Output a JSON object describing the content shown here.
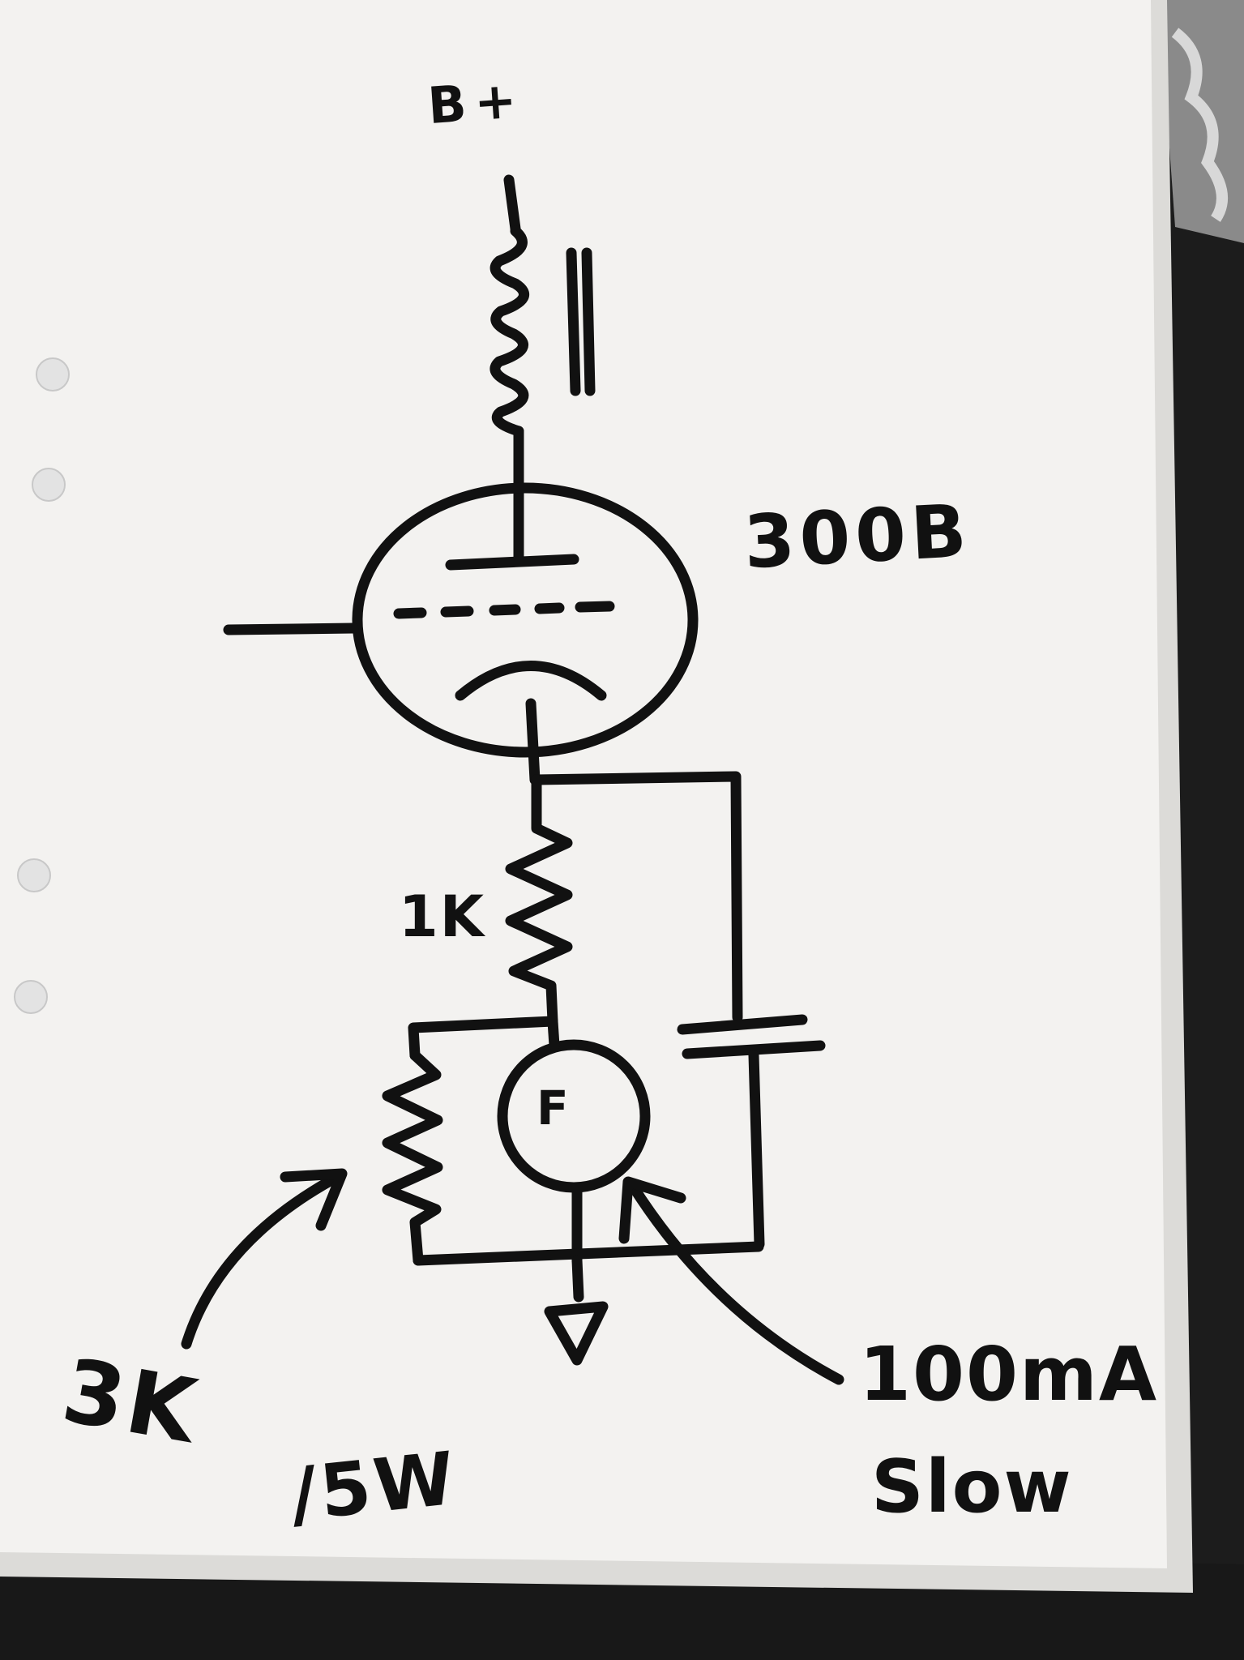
{
  "labels": {
    "supply": "B+",
    "tube": "300B",
    "cathode_resistor": "1K",
    "fuse": "F",
    "shunt_resistor_line1": "3K",
    "shunt_resistor_line2": "/5W",
    "fuse_rating_line1": "100mA",
    "fuse_rating_line2": "Slow"
  },
  "colors": {
    "ink": "#111111",
    "paper": "#f4f3f1",
    "background": "#1a1a1a"
  }
}
